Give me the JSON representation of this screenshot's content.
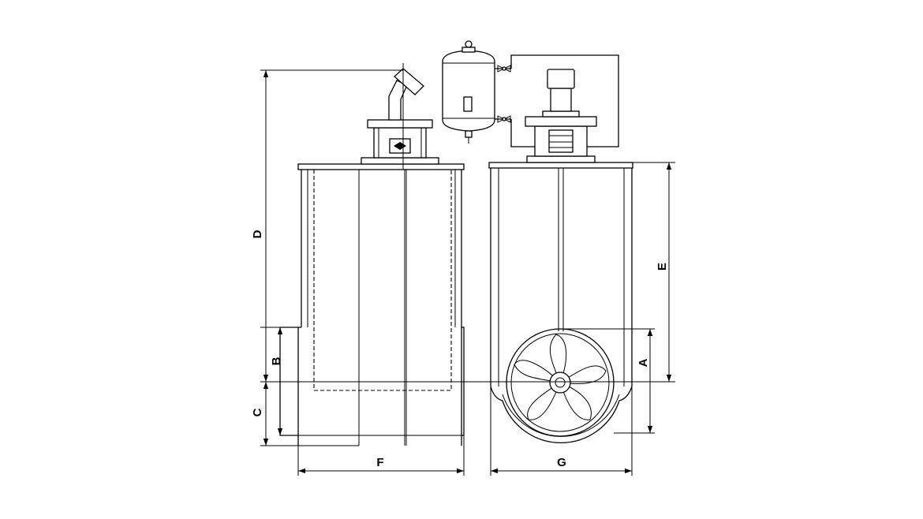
{
  "dimension_labels": {
    "A": "A",
    "B": "B",
    "C": "C",
    "D": "D",
    "E": "E",
    "F": "F",
    "G": "G"
  }
}
